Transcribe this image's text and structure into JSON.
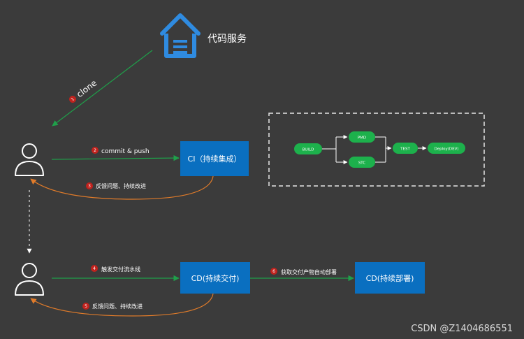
{
  "repo": {
    "label": "代码服务"
  },
  "steps": {
    "s1": {
      "num": "1",
      "text": "clone"
    },
    "s2": {
      "num": "2",
      "text": "commit & push"
    },
    "s3": {
      "num": "3",
      "text": "反馈问题、持续改进"
    },
    "s4": {
      "num": "4",
      "text": "触发交付流水线"
    },
    "s5": {
      "num": "5",
      "text": "反馈问题、持续改进"
    },
    "s6": {
      "num": "6",
      "text": "获取交付产物自动部署"
    }
  },
  "boxes": {
    "ci": "CI（持续集成）",
    "cd_delivery": "CD(持续交付)",
    "cd_deploy": "CD(持续部署)"
  },
  "pipeline": {
    "build": "BUILD",
    "pmd": "PMD",
    "stc": "STC",
    "test": "TEST",
    "deploy": "Deploy(DEV)"
  },
  "watermark": "CSDN @Z1404686551",
  "colors": {
    "background": "#3b3b3b",
    "box": "#0a6fc0",
    "green_arrow": "#1fa04a",
    "orange_arrow": "#e07b2a",
    "step_badge": "#c0221d",
    "pill": "#1db14c",
    "repo_icon": "#2f8be0"
  }
}
